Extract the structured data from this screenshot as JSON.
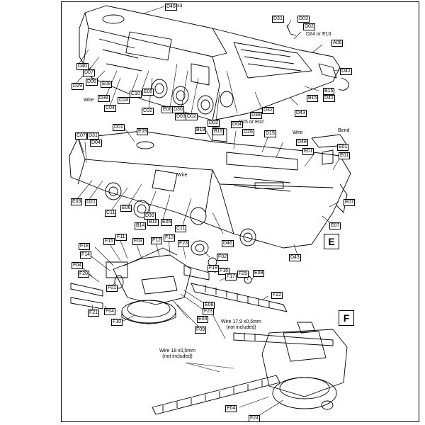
{
  "step_markers": {
    "e": "E",
    "f": "F"
  },
  "notes": {
    "wire_1": "Wire",
    "wire_2": "Wire",
    "wire_3": "Wire",
    "wire_4": "Wire",
    "bend": "Bend",
    "wire_179": "Wire 17,9 x0,5mm",
    "wire_179_sub": "(not included)",
    "wire_18": "Wire 18 x0,5mm",
    "wire_18_sub": "(not included)",
    "x3": "x3"
  },
  "parts_top": {
    "d48": "D48",
    "d31": "D31",
    "d03a": "D03",
    "d02a": "D02",
    "d24e10": "D24 or E10",
    "a06": "A06",
    "d41a": "D41",
    "b15a": "B15",
    "b15b": "B15",
    "d41b": "D41",
    "d43a": "D43",
    "d40": "D40",
    "d07": "D07",
    "d29": "D29",
    "d06": "D06",
    "d38a": "D38",
    "c10": "C10",
    "e08a": "E08",
    "e05a": "E05",
    "c04a": "C04",
    "c04b": "C04",
    "c02": "C02",
    "e06a": "E06",
    "d30": "D30",
    "d03b": "D03",
    "d02b": "D02",
    "d25e02": "D25 or E02",
    "d38b": "D38",
    "d32": "D32"
  },
  "parts_mid": {
    "d01": "D01",
    "e09": "E09",
    "b19a": "B19",
    "b19b": "B19",
    "d04a": "D04",
    "d26": "D26",
    "d15": "D15",
    "d48b": "D48",
    "c07": "C07",
    "d31b": "D31",
    "d04b": "D04",
    "e01a": "E01",
    "e01b": "E01",
    "e03": "E03",
    "d21": "D21",
    "c11a": "C11",
    "e06b": "E06",
    "d39": "D39",
    "b10": "B10",
    "e05b": "E05",
    "b14": "B14",
    "c11b": "C11",
    "d46": "D46",
    "e07a": "E07",
    "e07b": "E07",
    "d43b": "D43"
  },
  "parts_bottom": {
    "f15": "F15",
    "f11": "F11",
    "f03": "F03",
    "f12": "F12",
    "f13": "F13",
    "f23a": "F23",
    "f18": "F18",
    "f14": "F14",
    "f02": "F02",
    "f04a": "F04",
    "f20": "F20",
    "f01": "F01",
    "f19": "F19",
    "f16": "F16",
    "f17": "F17",
    "f25": "F25",
    "e08b": "E08",
    "f22": "F22",
    "f21": "F21",
    "f04b": "F04",
    "f10": "F10",
    "e08c": "E08",
    "f23b": "F23",
    "e04a": "E04",
    "f09": "F09",
    "e04b": "E04",
    "f24": "F24"
  }
}
